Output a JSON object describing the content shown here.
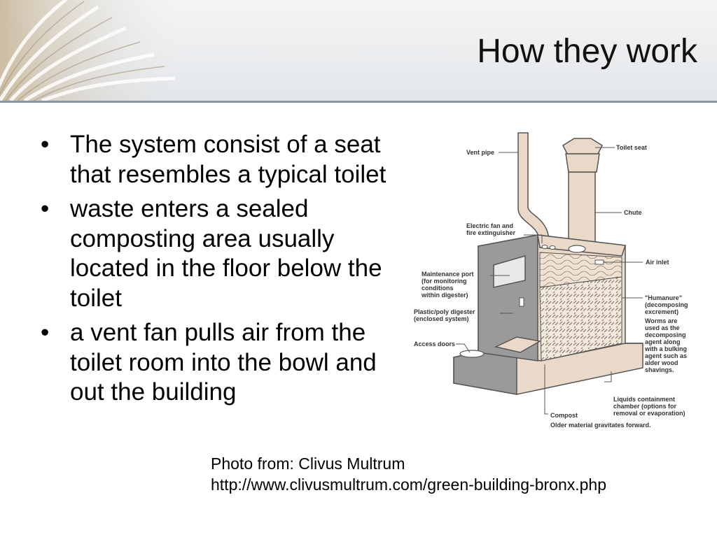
{
  "slide": {
    "title": "How they work",
    "bullet_glyph": "•",
    "bullets": [
      "The system consist of a seat that resembles a typical toilet",
      "waste enters a sealed composting area usually located in the floor below the toilet",
      "a vent fan pulls air from the toilet room into the bowl and out the building"
    ],
    "credit": {
      "line1": "Photo from: Clivus Multrum",
      "line2": "http://www.clivusmultrum.com/green-building-bronx.php"
    }
  },
  "diagram": {
    "labels": {
      "vent_pipe": "Vent pipe",
      "toilet_seat": "Toilet seat",
      "chute": "Chute",
      "fan_1": "Electric fan and",
      "fan_2": "fire extinguisher",
      "air_inlet": "Air inlet",
      "maint_1": "Maintenance port",
      "maint_2": "(for monitoring",
      "maint_3": "conditions",
      "maint_4": "within digester)",
      "humanure_1": "\"Humanure\"",
      "humanure_2": "(decomposing",
      "humanure_3": "excrement)",
      "worms_1": "Worms are",
      "worms_2": "used as the",
      "worms_3": "decomposing",
      "worms_4": "agent along",
      "worms_5": "with a bulking",
      "worms_6": "agent such as",
      "worms_7": "alder wood",
      "worms_8": "shavings.",
      "plastic_1": "Plastic/poly digester",
      "plastic_2": "(enclosed system)",
      "access_doors": "Access doors",
      "liquids_1": "Liquids containment",
      "liquids_2": "chamber (options for",
      "liquids_3": "removal or evaporation)",
      "compost": "Compost",
      "older_material": "Older material gravitates forward."
    },
    "colors": {
      "tan": "#ead9c8",
      "gray": "#9a9a9a",
      "line": "#555555"
    }
  }
}
